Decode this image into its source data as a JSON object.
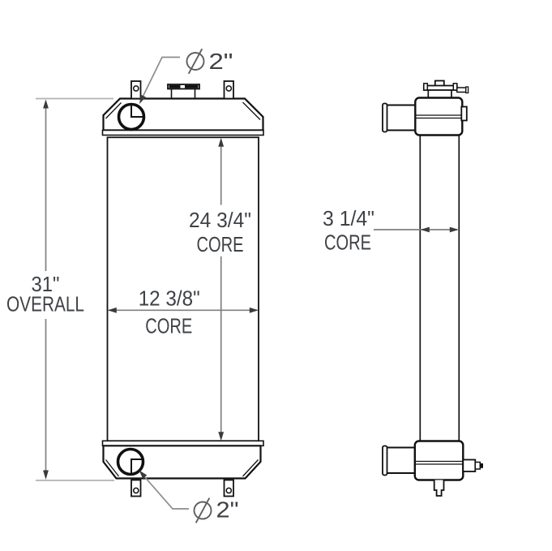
{
  "colors": {
    "background": "#ffffff",
    "outline": "#111111",
    "dimension_line": "#7f7f7f",
    "extension_line": "#b3b3b3",
    "arrowhead": "#3a3a3a",
    "leader_line": "#8c8c8c",
    "text": "#3e4145"
  },
  "dimensions": {
    "overall": {
      "value": "31\"",
      "caption": "OVERALL"
    },
    "core_height": {
      "value": "24 3/4\"",
      "caption": "CORE"
    },
    "core_width": {
      "value": "12 3/8\"",
      "caption": "CORE"
    },
    "core_depth": {
      "value": "3 1/4\"",
      "caption": "CORE"
    }
  },
  "callouts": {
    "top_inlet": {
      "symbol": "diameter",
      "value": "2\""
    },
    "bottom_outlet": {
      "symbol": "diameter",
      "value": "2\""
    }
  }
}
